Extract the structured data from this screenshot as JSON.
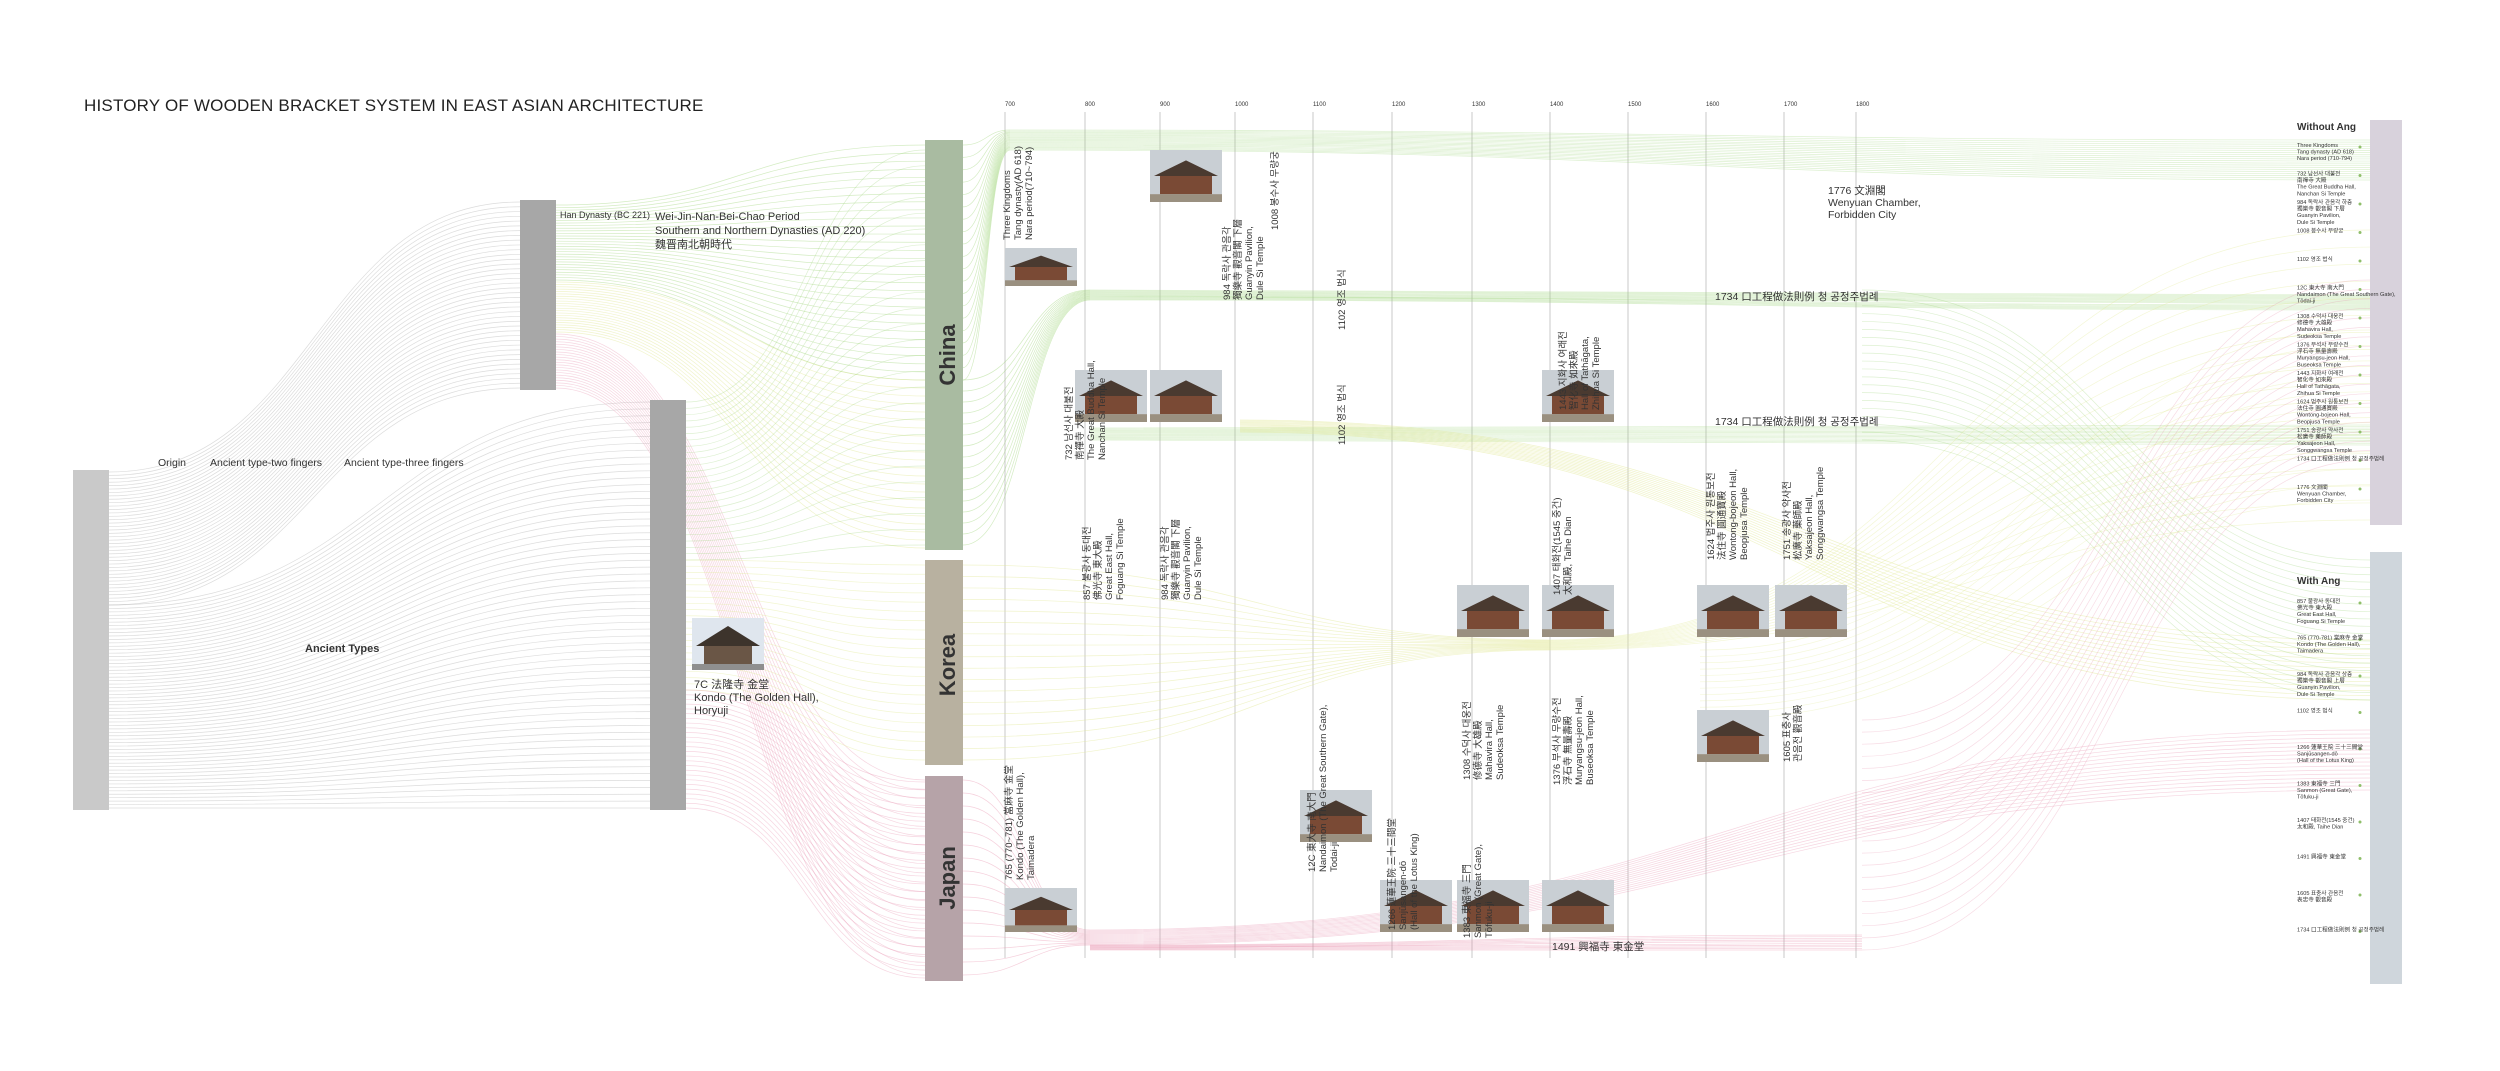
{
  "title": "HISTORY OF WOODEN BRACKET SYSTEM IN EAST ASIAN ARCHITECTURE",
  "colors": {
    "china": "#a9bba1",
    "korea": "#b8b1a0",
    "japan": "#b6a3a8",
    "origin_bar": "#c9c9c9",
    "mid_bar": "#a7a7a7",
    "green_flow": "#9fd47a",
    "yellow_flow": "#e3ea9a",
    "pink_flow": "#e58aa8",
    "gray_flow": "#9a9a9a",
    "without_ang": "#d8d2dc",
    "with_ang": "#cfd6dc"
  },
  "left": {
    "stage_labels": [
      "Origin",
      "Ancient type-two fingers",
      "Ancient type-three fingers"
    ],
    "origin_label": "Ancient Types",
    "han_label": "Han Dynasty (BC 221)",
    "weijin_lines": [
      "Wei-Jin-Nan-Bei-Chao Period",
      "Southern and Northern Dynasties (AD 220)",
      "魏晋南北朝時代"
    ],
    "kondo_lines": [
      "7C 法隆寺 金堂",
      "Kondo (The Golden Hall),",
      "Horyuji"
    ],
    "countries": [
      "China",
      "Korea",
      "Japan"
    ]
  },
  "timeline": {
    "years": [
      "700",
      "800",
      "900",
      "1000",
      "1100",
      "1200",
      "1300",
      "1400",
      "1500",
      "1600",
      "1700",
      "1800"
    ],
    "entries": [
      {
        "text": "Three Kingdoms",
        "text2": "Tang dynasty(AD 618)",
        "text3": "Nara period(710~794)"
      },
      {
        "text": "732 남선사 대불전",
        "text2": "南禪寺 大殿",
        "text3": "The Great Buddha Hall,",
        "text4": "Nanchan Si Temple"
      },
      {
        "text": "984 독락사 관음각",
        "text2": "獨樂寺 觀音閣 下層",
        "text3": "Guanyin Pavilion,",
        "text4": "Dule Si Temple"
      },
      {
        "text": "857 불광사 동대전",
        "text2": "佛光寺 東大殿",
        "text3": "Great East Hall,",
        "text4": "Foguang Si Temple"
      },
      {
        "text": "984 독락사 관음각",
        "text2": "獨樂寺 觀音閣 下層",
        "text3": "Guanyin Pavilion,",
        "text4": "Dule Si Temple"
      },
      {
        "text": "1008 봉수사 무량궁"
      },
      {
        "text": "1102 영조 법식"
      },
      {
        "text": "1102 영조 법식"
      },
      {
        "text": "1443 지화사 여래전",
        "text2": "智化寺 如來殿",
        "text3": "Hall of Tathāgata,",
        "text4": "Zhihua Si Temple"
      },
      {
        "text": "1734 口工程做法則例 청 공정주법례"
      },
      {
        "text": "1734 口工程做法則例 청 공정주법례"
      },
      {
        "text": "1776 文淵閣",
        "text2": "Wenyuan Chamber,",
        "text3": "Forbidden City"
      },
      {
        "text": "1407 태화전(1545 중건)",
        "text2": "太和殿, Taihe Dian"
      },
      {
        "text": "1624 법주사 원통보전",
        "text2": "法住寺 圓通寶殿",
        "text3": "Wontong-bojeon Hall,",
        "text4": "Beopjusa Temple"
      },
      {
        "text": "1751 송광사 약사전",
        "text2": "松廣寺 藥師殿",
        "text3": "Yaksajeon Hall,",
        "text4": "Songgwangsa Temple"
      },
      {
        "text": "1605 표충사",
        "text2": "관음전 觀音殿"
      },
      {
        "text": "1308 수덕사 대웅전",
        "text2": "修德寺 大雄殿",
        "text3": "Mahavira Hall,",
        "text4": "Sudeoksa Temple"
      },
      {
        "text": "1376 부석사 무량수전",
        "text2": "浮石寺 無量壽殿",
        "text3": "Muryangsu-jeon Hall,",
        "text4": "Buseoksa Temple"
      },
      {
        "text": "765 (770~781) 當麻寺 金堂",
        "text2": "Kondo (The Golden Hall),",
        "text3": "Taimadera"
      },
      {
        "text": "12C 東大寺 南大門",
        "text2": "Nandaimon (The Great Southern Gate),",
        "text3": "Todai-ji"
      },
      {
        "text": "1266 蓮華王院 三十三間堂",
        "text2": "Sanjūsangen-dō",
        "text3": "(Hall of the Lotus King)"
      },
      {
        "text": "1383 東福寺 三門",
        "text2": "Sanmon (Great Gate),",
        "text3": "Tōfuku-ji"
      },
      {
        "text": "1491 興福寺 東金堂"
      }
    ]
  },
  "right": {
    "without_label": "Without Ang",
    "with_label": "With Ang",
    "without_items": [
      [
        "Three Kingdoms",
        "Tang dynasty (AD 618)",
        "Nara period (710-794)"
      ],
      [
        "732 남선사 대불전",
        "南禪寺 大殿",
        "The Great Buddha Hall,",
        "Nanchan Si Temple"
      ],
      [
        "984 독락사 관음각 하층",
        "獨樂寺 觀音閣 下層",
        "Guanyin Pavilion,",
        "Dule Si Temple"
      ],
      [
        "1008 봉수사 무량궁"
      ],
      [
        "1102 영조 법식"
      ],
      [
        "12C 東大寺 南大門",
        "Nandaimon (The Great Southern Gate),",
        "Tōdai-ji"
      ],
      [
        "1308 수덕사 대웅전",
        "修德寺 大雄殿",
        "Mahavira Hall,",
        "Sudeoksa Temple"
      ],
      [
        "1376 부석사 무량수전",
        "浮石寺 無量壽殿",
        "Muryangsu-jeon Hall,",
        "Buseoksa Temple"
      ],
      [
        "1443 지화사 여래전",
        "智化寺 如來殿",
        "Hall of Tathāgata,",
        "Zhihua Si Temple"
      ],
      [
        "1624 법주사 원통보전",
        "法住寺 圓通寶殿",
        "Wontong-bojeon Hall,",
        "Beopjusa Temple"
      ],
      [
        "1751 송광사 약사전",
        "松廣寺 藥師殿",
        "Yaksajeon Hall,",
        "Songgwangsa Temple"
      ],
      [
        "1734 口工程做法則例 청 공정주법례"
      ],
      [
        "1776 文淵閣",
        "Wenyuan Chamber,",
        "Forbidden City"
      ]
    ],
    "with_items": [
      [
        "857 불광사 동대전",
        "佛光寺 東大殿",
        "Great East Hall,",
        "Foguang Si Temple"
      ],
      [
        "765 (770-781) 當麻寺 金堂",
        "Kondo (The Golden Hall),",
        "Taimadera"
      ],
      [
        "984 독락사 관음각 상층",
        "獨樂寺 觀音閣 上層",
        "Guanyin Pavilion,",
        "Dule Si Temple"
      ],
      [
        "1102 영조 법식"
      ],
      [
        "1266 蓮華王院 三十三間堂",
        "Sanjūsangen-dō",
        "(Hall of the Lotus King)"
      ],
      [
        "1383 東福寺 三門",
        "Sanmon (Great Gate),",
        "Tōfuku-ji"
      ],
      [
        "1407 태화전(1545 중건)",
        "太和殿, Taihe Dian"
      ],
      [
        "1491 興福寺 東金堂"
      ],
      [
        "1605 표충사 관음전",
        "表忠寺 觀音殿"
      ],
      [
        "1734 口工程做法則例 청 공정주법례"
      ]
    ]
  }
}
